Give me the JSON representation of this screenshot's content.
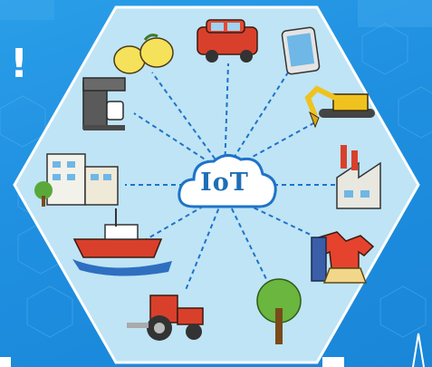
{
  "hub": {
    "label": "IoT",
    "icon": "cloud-icon"
  },
  "badge": {
    "symbol": "!"
  },
  "colors": {
    "background": "#2196e6",
    "hexagon": "#bfe4f5",
    "connector": "#1e73c8",
    "cloud_border": "#1e73c8",
    "label": "#1e6fb5"
  },
  "items": [
    {
      "name": "fruit",
      "icon": "citrus-fruit-icon"
    },
    {
      "name": "car",
      "icon": "car-icon"
    },
    {
      "name": "smartphone",
      "icon": "smartphone-icon"
    },
    {
      "name": "coffee-maker",
      "icon": "coffee-maker-icon"
    },
    {
      "name": "excavator",
      "icon": "excavator-icon"
    },
    {
      "name": "buildings",
      "icon": "buildings-icon"
    },
    {
      "name": "factory",
      "icon": "factory-icon"
    },
    {
      "name": "boat",
      "icon": "fishing-boat-icon"
    },
    {
      "name": "clothes",
      "icon": "clothing-icon"
    },
    {
      "name": "tractor",
      "icon": "tractor-icon"
    },
    {
      "name": "tree",
      "icon": "tree-icon"
    }
  ]
}
